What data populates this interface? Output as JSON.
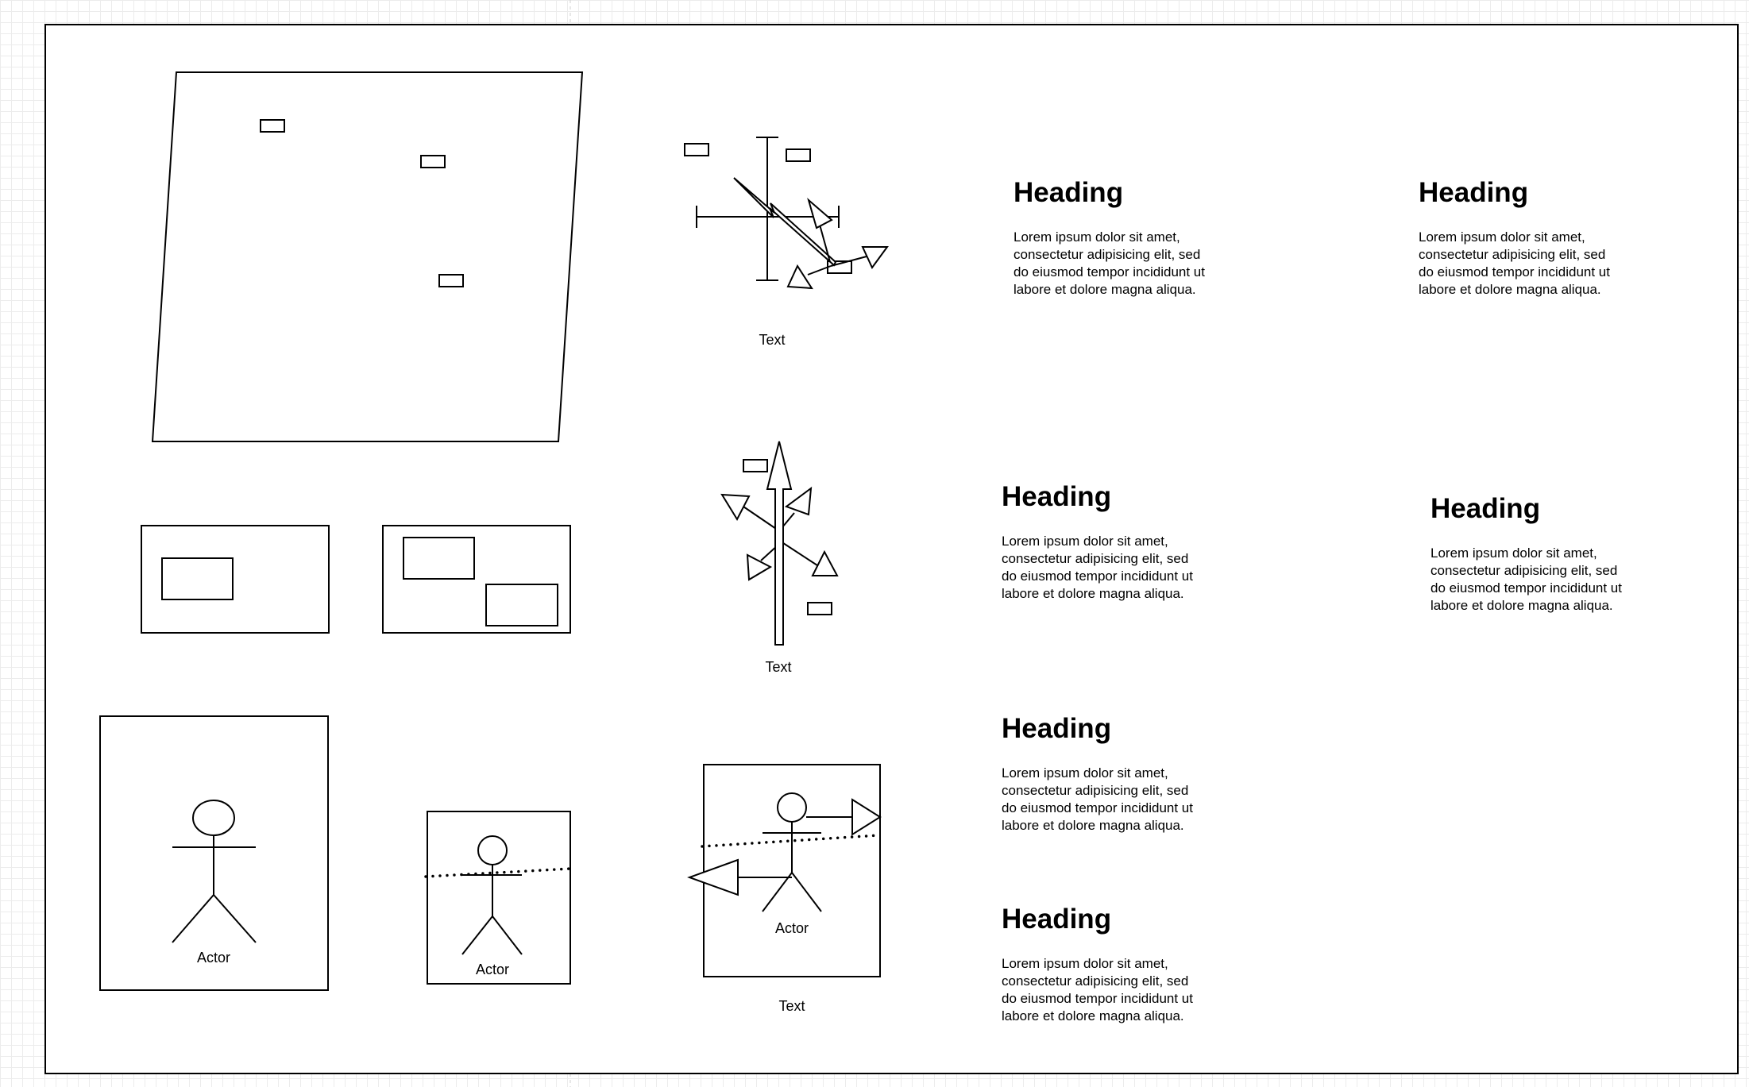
{
  "labels": {
    "text_1": "Text",
    "text_2": "Text",
    "text_3": "Text",
    "actor_1": "Actor",
    "actor_2": "Actor",
    "actor_3": "Actor"
  },
  "text_blocks": [
    {
      "heading": "Heading",
      "lines": [
        "Lorem ipsum dolor sit amet,",
        "consectetur adipisicing elit, sed",
        "do eiusmod tempor incididunt ut",
        "labore et dolore magna aliqua."
      ]
    },
    {
      "heading": "Heading",
      "lines": [
        "Lorem ipsum dolor sit amet,",
        "consectetur adipisicing elit, sed",
        "do eiusmod tempor incididunt ut",
        "labore et dolore magna aliqua."
      ]
    },
    {
      "heading": "Heading",
      "lines": [
        "Lorem ipsum dolor sit amet,",
        "consectetur adipisicing elit, sed",
        "do eiusmod tempor incididunt ut",
        "labore et dolore magna aliqua."
      ]
    },
    {
      "heading": "Heading",
      "lines": [
        "Lorem ipsum dolor sit amet,",
        "consectetur adipisicing elit, sed",
        "do eiusmod tempor incididunt ut",
        "labore et dolore magna aliqua."
      ]
    },
    {
      "heading": "Heading",
      "lines": [
        "Lorem ipsum dolor sit amet,",
        "consectetur adipisicing elit, sed",
        "do eiusmod tempor incididunt ut",
        "labore et dolore magna aliqua."
      ]
    },
    {
      "heading": "Heading",
      "lines": [
        "Lorem ipsum dolor sit amet,",
        "consectetur adipisicing elit, sed",
        "do eiusmod tempor incididunt ut",
        "labore et dolore magna aliqua."
      ]
    }
  ]
}
